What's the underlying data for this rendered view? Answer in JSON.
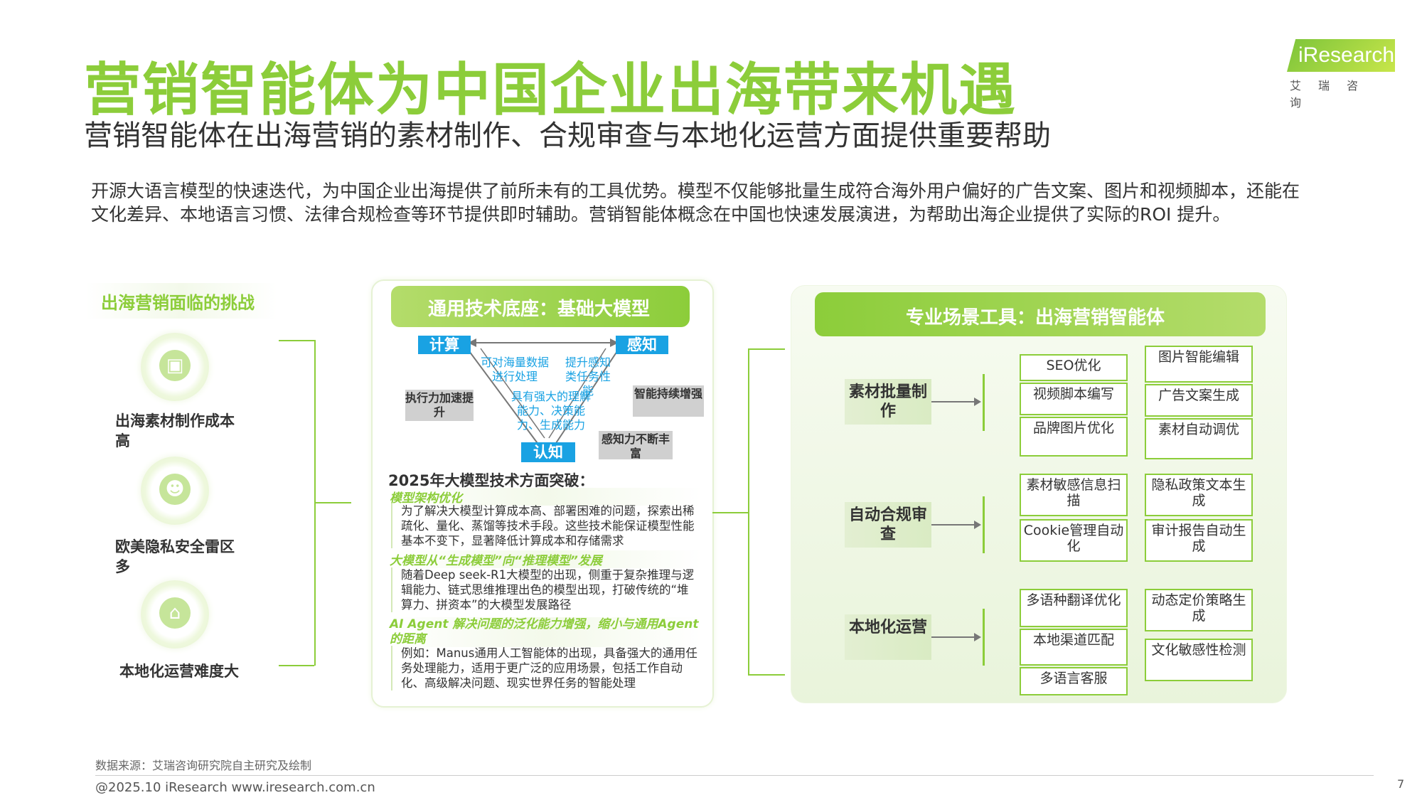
{
  "header": {
    "title": "营销智能体为中国企业出海带来机遇",
    "subtitle": "营销智能体在出海营销的素材制作、合规审查与本地化运营方面提供重要帮助",
    "logo_text": "iResearch",
    "logo_sub": "艾瑞咨询"
  },
  "intro": "开源大语言模型的快速迭代，为中国企业出海提供了前所未有的工具优势。模型不仅能够批量生成符合海外用户偏好的广告文案、图片和视频脚本，还能在文化差异、本地语言习惯、法律合规检查等环节提供即时辅助。营销智能体概念在中国也快速发展演进，为帮助出海企业提供了实际的ROI 提升。",
  "left": {
    "heading": "出海营销面临的挑战",
    "items": [
      {
        "label": "出海素材制作成本高",
        "icon": "briefcase-icon"
      },
      {
        "label": "欧美隐私安全雷区多",
        "icon": "person-icon"
      },
      {
        "label": "本地化运营难度大",
        "icon": "basket-icon"
      }
    ]
  },
  "middle": {
    "heading": "通用技术底座：基础大模型",
    "nodes": {
      "compute": "计算",
      "perceive": "感知",
      "cognition": "认知"
    },
    "grey_labels": {
      "exec": "执行力加速提升",
      "smart": "智能持续增强",
      "perceive_rich": "感知力不断丰富"
    },
    "blue_labels": {
      "mass": "可对海量数据进行处理",
      "task": "提升感知类任务性能",
      "understand": "具有强大的理解能力、决策能力、生成能力"
    },
    "section_title": "2025年大模型技术方面突破：",
    "sections": [
      {
        "title": "模型架构优化",
        "text": "为了解决大模型计算成本高、部署困难的问题，探索出稀疏化、量化、蒸馏等技术手段。这些技术能保证模型性能基本不变下，显著降低计算成本和存储需求"
      },
      {
        "title": "大模型从“生成模型”向“推理模型”发展",
        "text": "随着Deep seek-R1大模型的出现，侧重于复杂推理与逻辑能力、链式思维推理出色的模型出现，打破传统的“堆算力、拼资本”的大模型发展路径"
      },
      {
        "title": "AI Agent 解决问题的泛化能力增强，缩小与通用Agent的距离",
        "text": "例如：Manus通用人工智能体的出现，具备强大的通用任务处理能力，适用于更广泛的应用场景，包括工作自动化、高级解决问题、现实世界任务的智能处理"
      }
    ]
  },
  "right": {
    "heading": "专业场景工具：出海营销智能体",
    "groups": [
      {
        "category": "素材批量制作",
        "tools_a": [
          "SEO优化",
          "视频脚本编写",
          "品牌图片优化"
        ],
        "tools_b": [
          "图片智能编辑",
          "广告文案生成",
          "素材自动调优"
        ]
      },
      {
        "category": "自动合规审查",
        "tools_a": [
          "素材敏感信息扫描",
          "Cookie管理自动化"
        ],
        "tools_b": [
          "隐私政策文本生成",
          "审计报告自动生成"
        ]
      },
      {
        "category": "本地化运营",
        "tools_a": [
          "多语种翻译优化",
          "本地渠道匹配",
          "多语言客服"
        ],
        "tools_b": [
          "动态定价策略生成",
          "文化敏感性检测"
        ]
      }
    ]
  },
  "footer": {
    "source": "数据来源：艾瑞咨询研究院自主研究及绘制",
    "copyright": "@2025.10 iResearch www.iresearch.com.cn",
    "page": "7"
  },
  "colors": {
    "accent_green": "#8ccd3a",
    "node_blue": "#19a2e3"
  }
}
